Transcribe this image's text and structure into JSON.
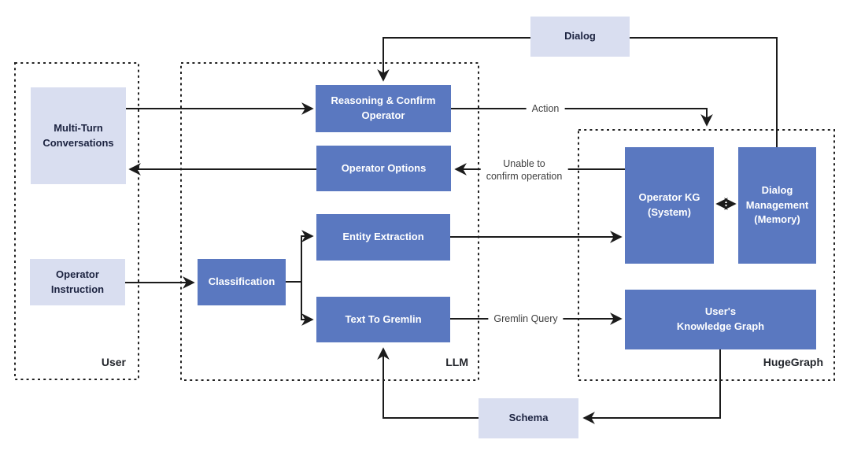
{
  "diagram": {
    "groups": {
      "user": {
        "label": "User"
      },
      "llm": {
        "label": "LLM"
      },
      "hugegraph": {
        "label": "HugeGraph"
      }
    },
    "nodes": {
      "dialog": {
        "label": "Dialog"
      },
      "multi_turn_conversations": {
        "label": "Multi-Turn\nConversations"
      },
      "operator_instruction": {
        "label": "Operator\nInstruction"
      },
      "reasoning_confirm_operator": {
        "label": "Reasoning & Confirm\nOperator"
      },
      "operator_options": {
        "label": "Operator Options"
      },
      "entity_extraction": {
        "label": "Entity Extraction"
      },
      "classification": {
        "label": "Classification"
      },
      "text_to_gremlin": {
        "label": "Text To Gremlin"
      },
      "operator_kg": {
        "label": "Operator KG\n(System)"
      },
      "dialog_management": {
        "label": "Dialog\nManagement\n(Memory)"
      },
      "users_knowledge_graph": {
        "label": "User's\nKnowledge Graph"
      },
      "schema": {
        "label": "Schema"
      }
    },
    "edge_labels": {
      "action": "Action",
      "unable_to_confirm": "Unable to\nconfirm operation",
      "gremlin_query": "Gremlin Query"
    },
    "colors": {
      "node_blue": "#5a78c0",
      "node_lavender": "#d9def0",
      "lavender_text": "#1c2340",
      "blue_text": "#ffffff",
      "line": "#1b1b1b",
      "dashed_border": "#222222"
    }
  }
}
